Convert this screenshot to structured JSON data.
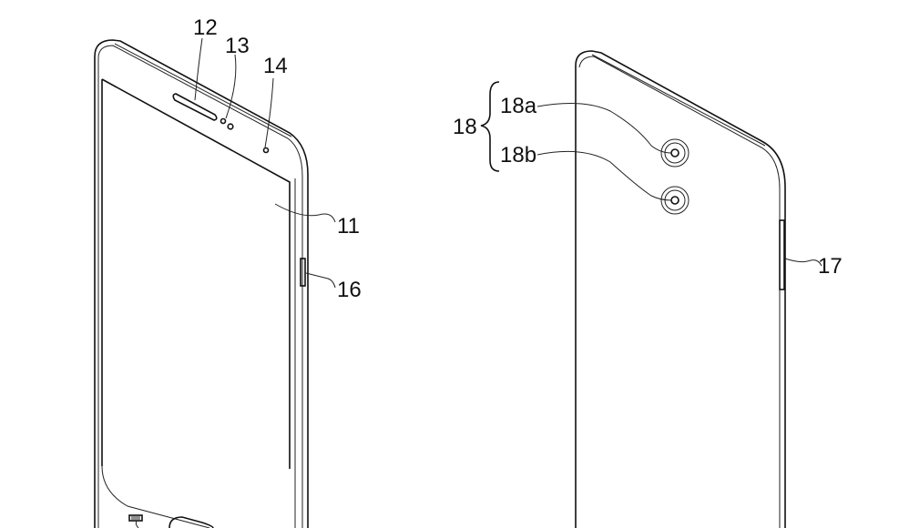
{
  "figure": {
    "front_view": {
      "labels": {
        "display": "11",
        "receiver": "12",
        "front_sensor": "13",
        "front_camera": "14",
        "side_key": "16"
      }
    },
    "rear_view": {
      "labels": {
        "camera_module": "18",
        "camera_a": "18a",
        "camera_b": "18b",
        "side_key": "17"
      }
    }
  }
}
